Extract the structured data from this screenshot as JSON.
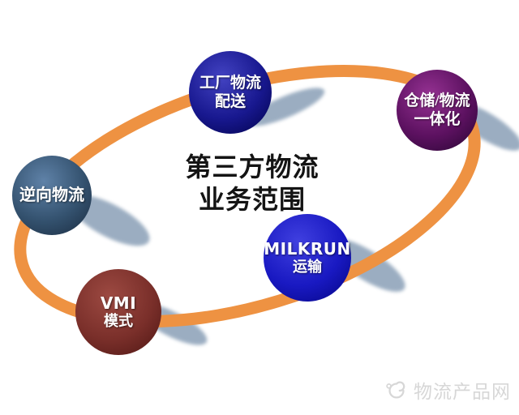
{
  "diagram": {
    "title": {
      "line1": "第三方物流",
      "line2": "业务范围"
    },
    "nodes": [
      {
        "name": "factory-logistics-distribution",
        "line1": "工厂物流",
        "line2": "配送",
        "gradient": [
          "#4343c2",
          "#18188f",
          "#03034f"
        ]
      },
      {
        "name": "warehouse-logistics-integration",
        "line1": "仓储/物流",
        "line2": "一体化",
        "gradient": [
          "#963293",
          "#5c1160",
          "#2a0634"
        ]
      },
      {
        "name": "reverse-logistics",
        "line1": "逆向物流",
        "line2": "",
        "gradient": [
          "#5f82a8",
          "#34526f",
          "#1c2e43"
        ]
      },
      {
        "name": "milkrun-transport",
        "line1": "MILKRUN",
        "line2": "运输",
        "gradient": [
          "#4040e0",
          "#1919c2",
          "#060687"
        ]
      },
      {
        "name": "vmi-mode",
        "line1": "VMI",
        "line2": "模式",
        "gradient": [
          "#9d4a42",
          "#7a2f2a",
          "#511815"
        ]
      }
    ],
    "ring_color": "#EE9242",
    "shadow_color": "#91a5bb"
  },
  "watermark": {
    "text": "物流产品网",
    "color": "#d7d7d7"
  }
}
